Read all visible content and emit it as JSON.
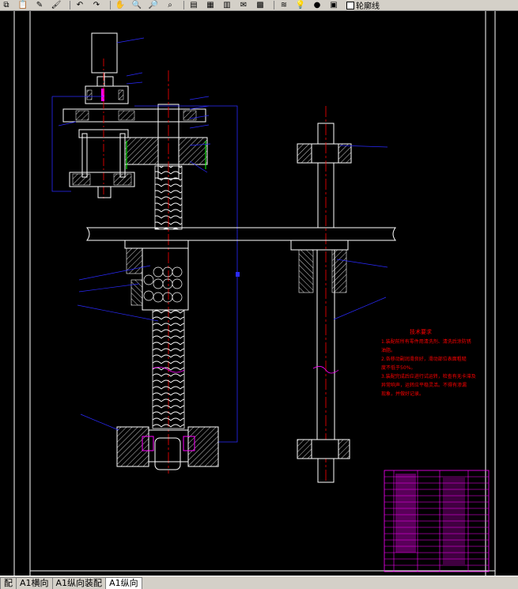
{
  "toolbar": {
    "buttons": [
      {
        "name": "copy-icon",
        "glyph": "⧉"
      },
      {
        "name": "paste-icon",
        "glyph": "📋"
      },
      {
        "name": "match-properties-icon",
        "glyph": "✎"
      },
      {
        "name": "brush-icon",
        "glyph": "🖌"
      },
      {
        "name": "undo-icon",
        "glyph": "↶"
      },
      {
        "name": "redo-icon",
        "glyph": "↷"
      },
      {
        "name": "pan-icon",
        "glyph": "✋"
      },
      {
        "name": "zoom-realtime-icon",
        "glyph": "🔍"
      },
      {
        "name": "zoom-window-icon",
        "glyph": "🔎"
      },
      {
        "name": "zoom-previous-icon",
        "glyph": "⌕"
      },
      {
        "name": "properties-icon",
        "glyph": "▤"
      },
      {
        "name": "design-center-icon",
        "glyph": "▦"
      },
      {
        "name": "tool-palette-icon",
        "glyph": "▥"
      },
      {
        "name": "markup-icon",
        "glyph": "✉"
      },
      {
        "name": "calculator-icon",
        "glyph": "▩"
      },
      {
        "name": "layers-icon",
        "glyph": "≋"
      },
      {
        "name": "bulb-icon",
        "glyph": "💡"
      },
      {
        "name": "sun-icon",
        "glyph": "●"
      },
      {
        "name": "lock-icon",
        "glyph": "▣"
      }
    ],
    "layer_label": "轮廓线"
  },
  "tabs": [
    {
      "label": "配",
      "active": false
    },
    {
      "label": "A1横向",
      "active": false
    },
    {
      "label": "A1纵向装配",
      "active": false
    },
    {
      "label": "A1纵向",
      "active": true
    }
  ],
  "drawing": {
    "notes_title": "技术要求",
    "notes": [
      "1.装配前所有零件用清洗剂、清洗后涂防锈",
      "油脂。",
      "2.各移动副润滑良好，滑动部位表面粗糙",
      "度不低于50%。",
      "3.装配完成后应进行试运转，检查有无卡滞及",
      "异常响声，运转应平稳灵活。不得有渗漏",
      "现象，并做好记录。"
    ],
    "colors": {
      "background": "#000000",
      "outline": "#ffffff",
      "centerline": "#ff0000",
      "leader": "#0000ff",
      "notes": "#ff0000",
      "hatch": "#ffffff",
      "title_block": "#ff00ff",
      "highlight": "#ff00ff"
    }
  }
}
